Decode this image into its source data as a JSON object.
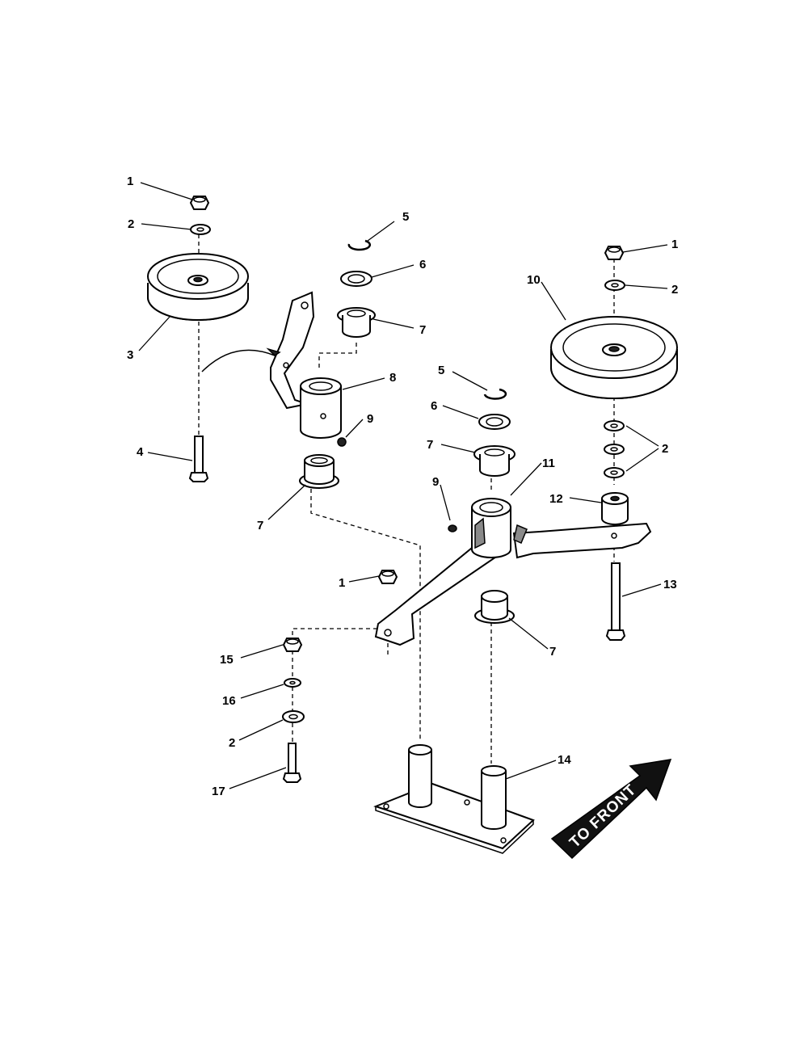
{
  "callouts": {
    "c1a": "1",
    "c2a": "2",
    "c3": "3",
    "c4": "4",
    "c5a": "5",
    "c6a": "6",
    "c7a": "7",
    "c8": "8",
    "c9a": "9",
    "c7b": "7",
    "c1b": "1",
    "c2b": "2",
    "c10": "10",
    "c5b": "5",
    "c6b": "6",
    "c7c": "7",
    "c11": "11",
    "c9b": "9",
    "c2c": "2",
    "c12": "12",
    "c1c": "1",
    "c13": "13",
    "c7d": "7",
    "c15": "15",
    "c16": "16",
    "c2d": "2",
    "c17": "17",
    "c14": "14"
  },
  "direction_arrow": {
    "label": "TO FRONT"
  }
}
